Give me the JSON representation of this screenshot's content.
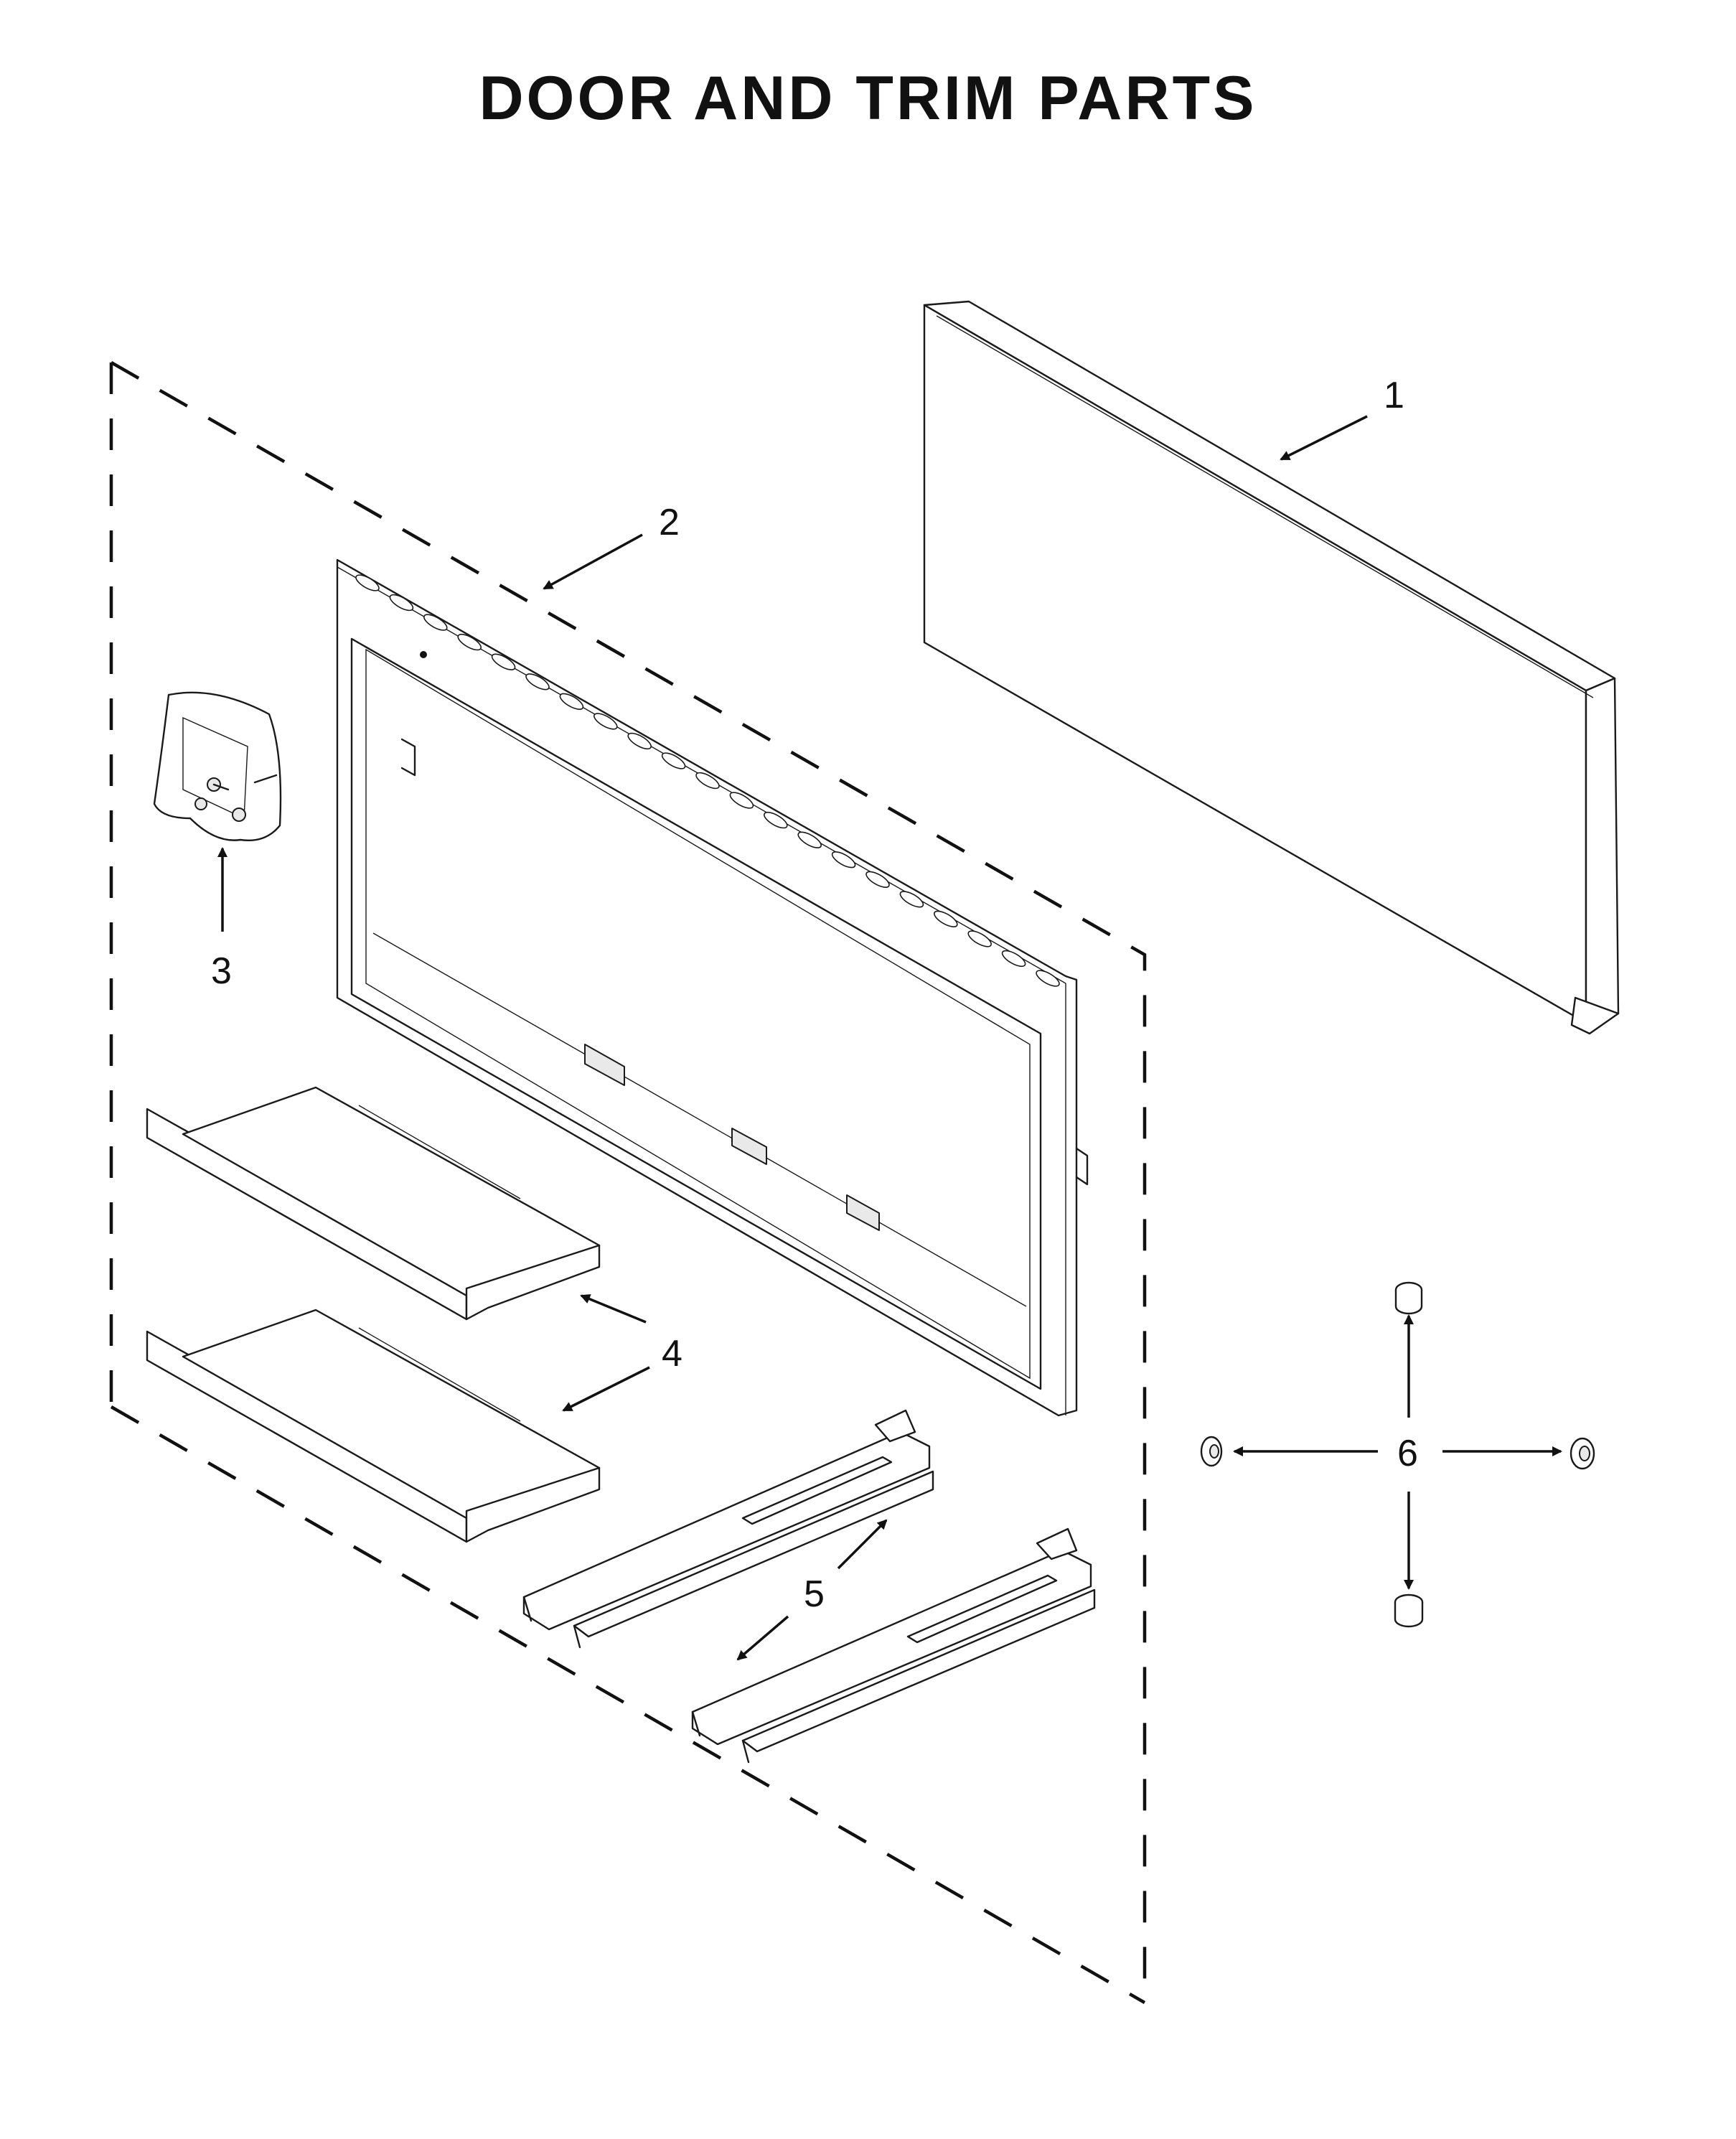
{
  "title": "DOOR AND TRIM PARTS",
  "callouts": [
    {
      "id": "1",
      "part": "trim-panel"
    },
    {
      "id": "2",
      "part": "trim-frame"
    },
    {
      "id": "3",
      "part": "hardware-bag"
    },
    {
      "id": "4",
      "part": "filler-trays"
    },
    {
      "id": "5",
      "part": "mounting-rails"
    },
    {
      "id": "6",
      "part": "spacers"
    }
  ]
}
